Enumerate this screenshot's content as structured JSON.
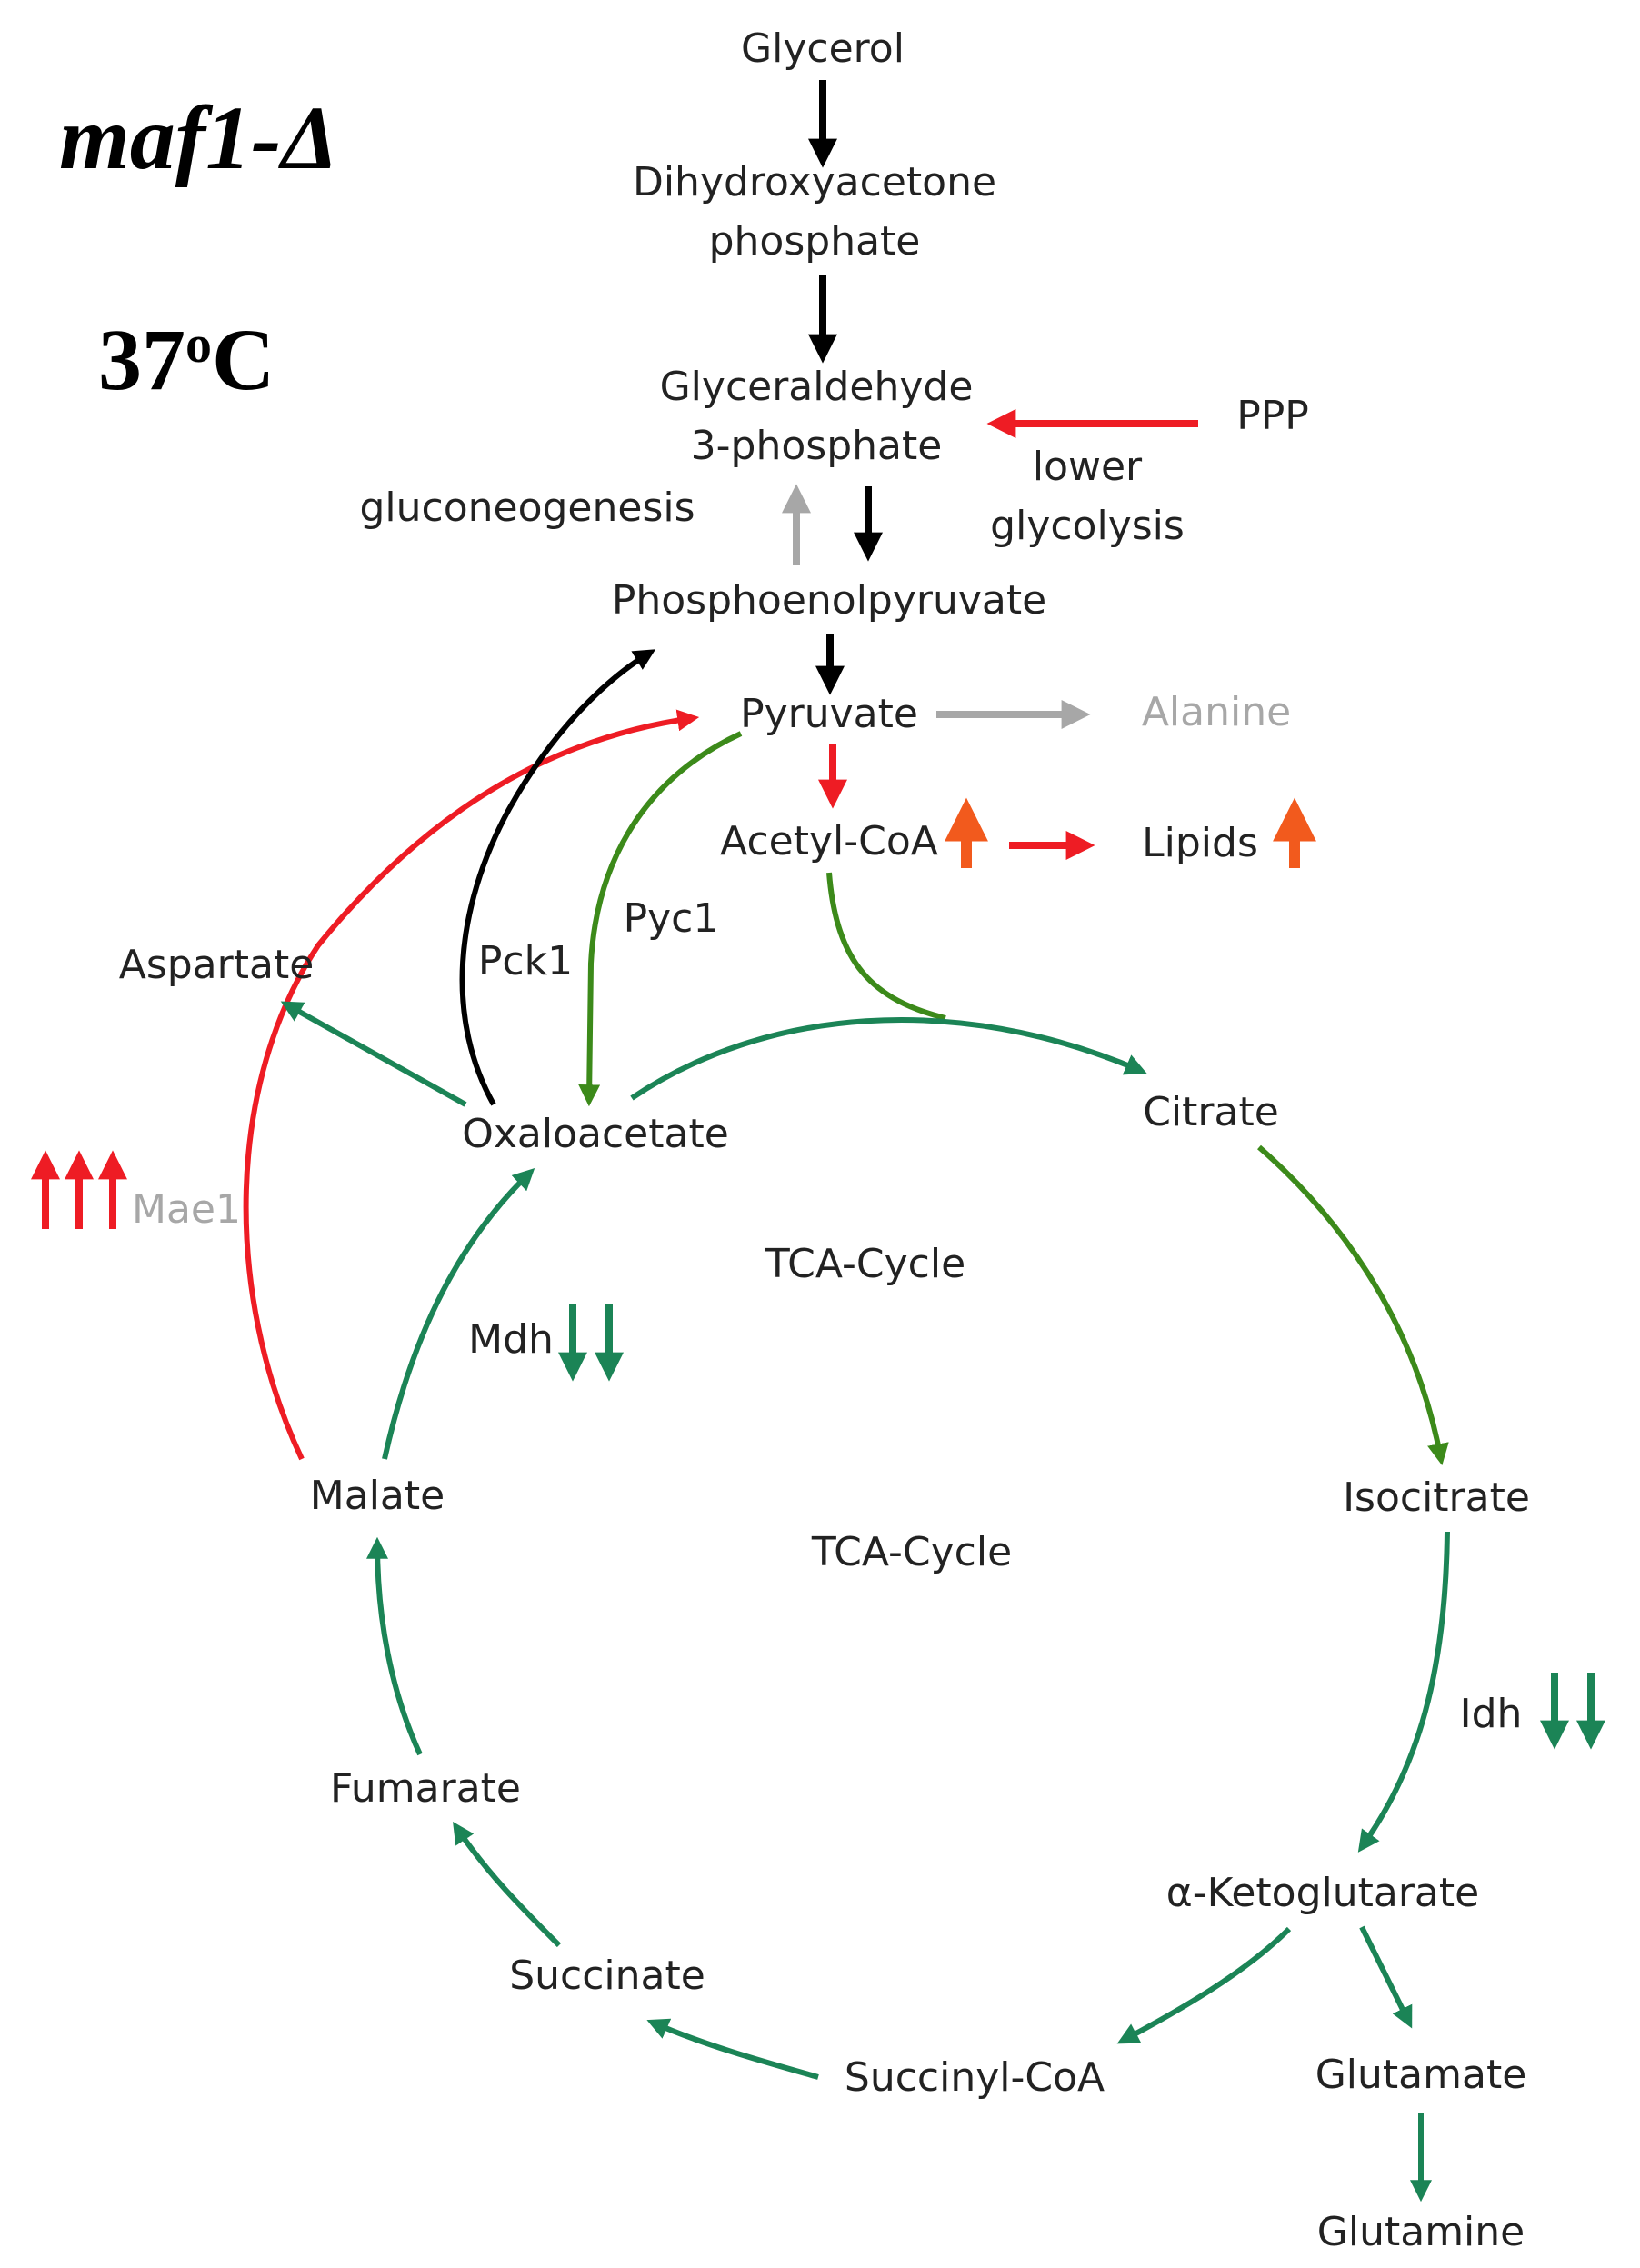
{
  "strain": "maf1-Δ",
  "temperature": {
    "value": "37",
    "superscript": "o",
    "unit": "C"
  },
  "metabolites": {
    "glycerol": "Glycerol",
    "dhap_line1": "Dihydroxyacetone",
    "dhap_line2": "phosphate",
    "g3p_line1": "Glyceraldehyde",
    "g3p_line2": "3-phosphate",
    "ppp": "PPP",
    "pep": "Phosphoenolpyruvate",
    "pyruvate": "Pyruvate",
    "alanine": "Alanine",
    "acetyl_coa": "Acetyl-CoA",
    "lipids": "Lipids",
    "aspartate": "Aspartate",
    "oxaloacetate": "Oxaloacetate",
    "citrate": "Citrate",
    "malate": "Malate",
    "isocitrate": "Isocitrate",
    "fumarate": "Fumarate",
    "alpha_ketoglutarate": "α-Ketoglutarate",
    "succinate": "Succinate",
    "succinyl_coa": "Succinyl-CoA",
    "glutamate": "Glutamate",
    "glutamine": "Glutamine"
  },
  "labels": {
    "gluconeogenesis": "gluconeogenesis",
    "lower_glycolysis_line1": "lower",
    "lower_glycolysis_line2": "glycolysis",
    "tca_cycle_upper": "TCA-Cycle",
    "tca_cycle_lower": "TCA-Cycle"
  },
  "enzymes": {
    "pck1": "Pck1",
    "pyc1": "Pyc1",
    "mae1": "Mae1",
    "mdh": "Mdh",
    "idh": "Idh"
  },
  "colors": {
    "glycolysis": "#000000",
    "upregulated": "#ee1c24",
    "up_marker": "#f25a1d",
    "tca": "#1b8456",
    "pyc_branch": "#3c8a1a",
    "inactive": "#a7a7a7"
  }
}
